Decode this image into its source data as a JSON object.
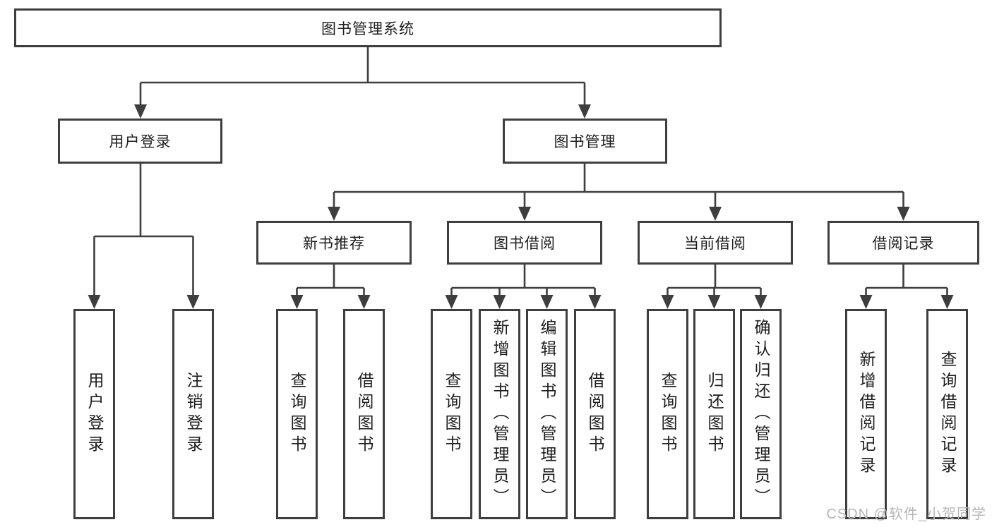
{
  "diagram": {
    "nodes": {
      "root": "图书管理系统",
      "level2": [
        "用户登录",
        "图书管理"
      ],
      "level3": [
        "新书推荐",
        "图书借阅",
        "当前借阅",
        "借阅记录"
      ],
      "leaves": {
        "user_login": [
          "用户登录",
          "注销登录"
        ],
        "new_book_recommend": [
          "查询图书",
          "借阅图书"
        ],
        "book_borrow": [
          "查询图书",
          "新增图书（管理员）",
          "编辑图书（管理员）",
          "借阅图书"
        ],
        "current_borrow": [
          "查询图书",
          "归还图书",
          "确认归还（管理员）"
        ],
        "borrow_records": [
          "新增借阅记录",
          "查询借阅记录"
        ]
      }
    },
    "colors": {
      "line": "#3e3e3e",
      "box_border": "#3e3e3e",
      "text": "#1d1d1d",
      "background": "#ffffff",
      "watermark": "#b6b6b6"
    }
  },
  "watermark": "CSDN @软件_小贺同学"
}
